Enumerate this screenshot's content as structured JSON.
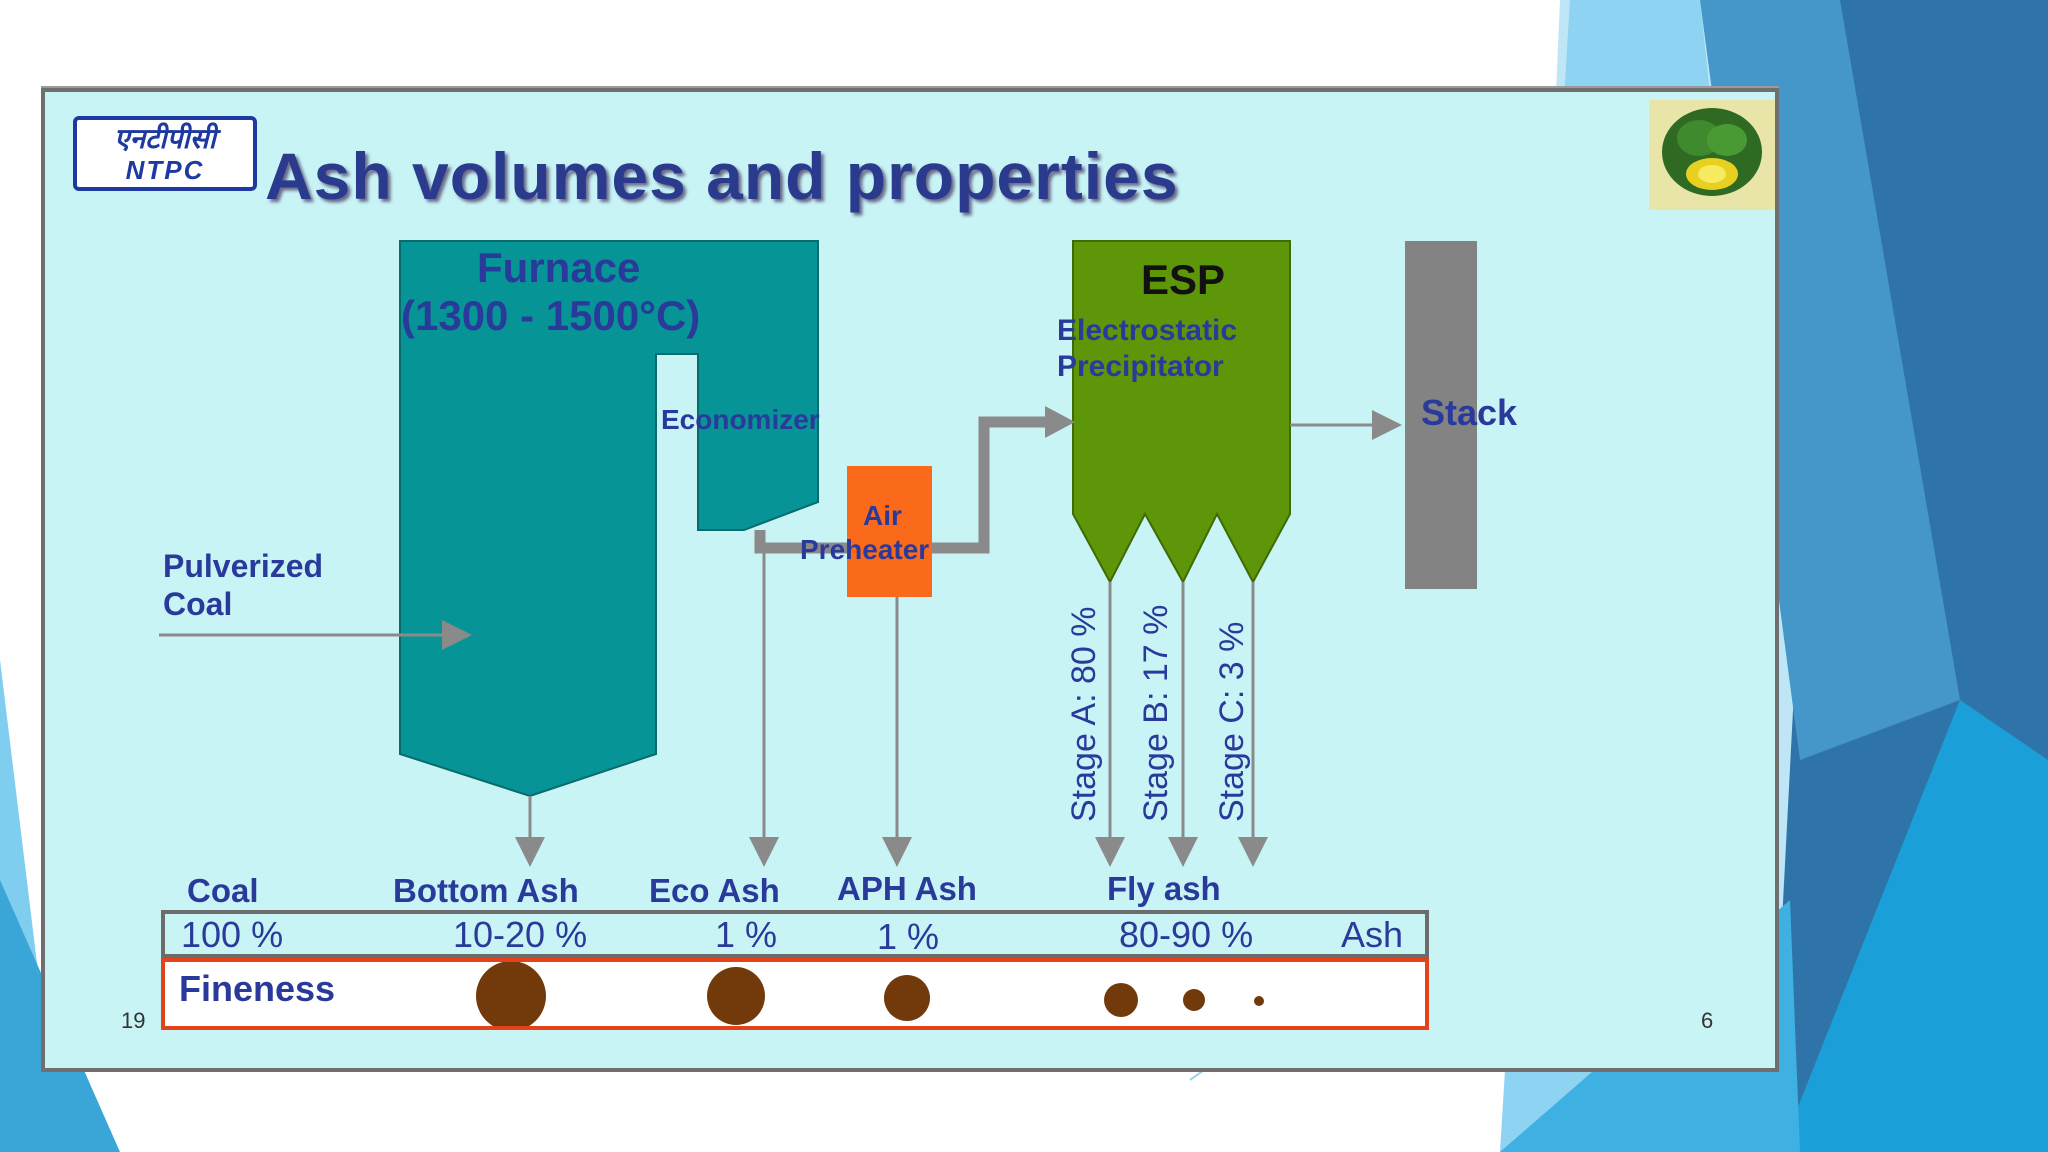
{
  "slide": {
    "title": "Ash volumes and properties",
    "logo": {
      "hindi": "एनटीपीसी",
      "latin": "NTPC"
    },
    "emblem_icon": "tree-emblem-icon",
    "footer_left": "19",
    "page_number": "6"
  },
  "diagram": {
    "furnace": {
      "title": "Furnace",
      "temperature": "(1300 - 1500°C)"
    },
    "economizer": "Economizer",
    "air_preheater": {
      "line1": "Air",
      "line2": "Preheater"
    },
    "esp": {
      "title": "ESP",
      "line1": "Electrostatic",
      "line2": "Precipitator"
    },
    "stack": "Stack",
    "pulverized_coal": {
      "line1": "Pulverized",
      "line2": "Coal"
    },
    "stages": [
      "Stage A: 80 %",
      "Stage B: 17 %",
      "Stage C:  3 %"
    ]
  },
  "table": {
    "headers": [
      "Coal",
      "Bottom Ash",
      "Eco Ash",
      "APH Ash",
      "Fly ash"
    ],
    "values": [
      "100 %",
      "10-20 %",
      "1  %",
      "1  %",
      "80-90 %",
      "Ash"
    ],
    "fineness_label": "Fineness",
    "particle_sizes_relative": [
      1.0,
      0.8,
      0.65,
      0.5,
      0.35,
      0.18
    ]
  },
  "colors": {
    "slide_bg": "#c8f4f6",
    "furnace": "#069496",
    "esp": "#5e9609",
    "air_preheater": "#fa6a1a",
    "stack": "#838383",
    "text": "#2a3a9a",
    "particle": "#723a0a",
    "fineness_border": "#e3421a"
  }
}
